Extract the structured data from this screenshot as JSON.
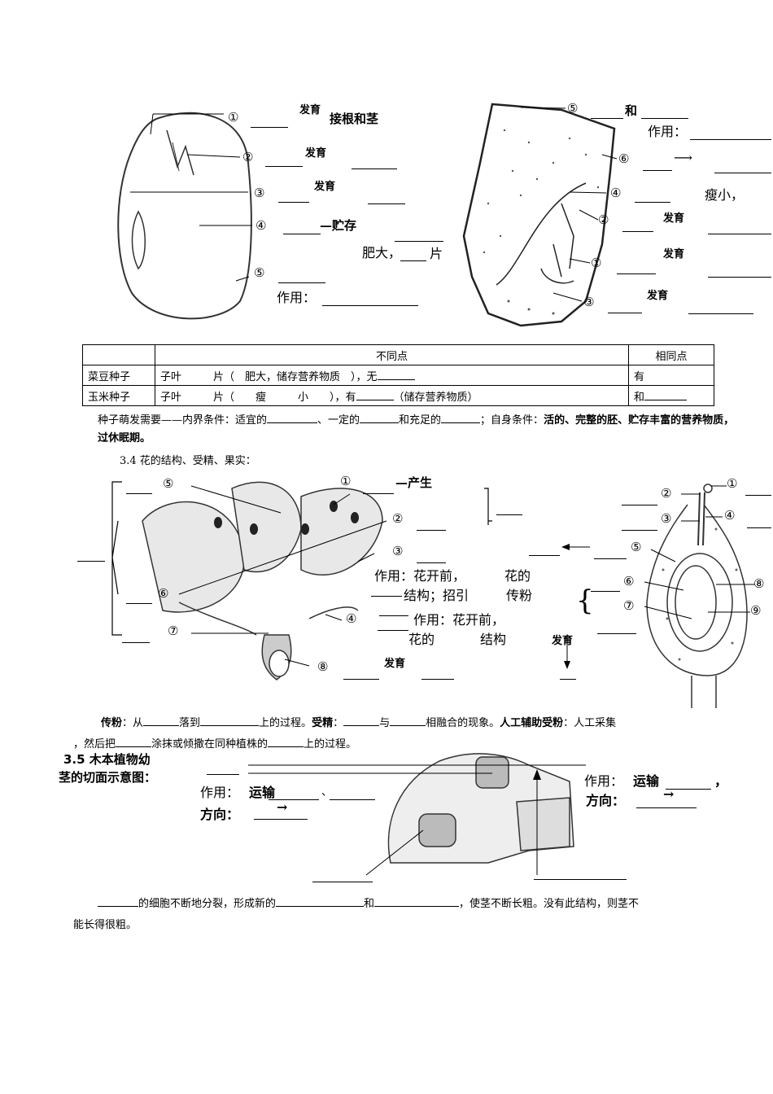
{
  "bean_labels": {
    "n1": "①",
    "n2": "②",
    "n3": "③",
    "n4": "④",
    "n5": "⑤",
    "develop": "发育",
    "root_stem": "接根和茎",
    "store": "—贮存",
    "fat": "肥大，",
    "pian": "片",
    "zuoyong": "作用："
  },
  "corn_labels": {
    "n5": "⑤",
    "he": "和",
    "zuoyong": "作用：",
    "n6": "⑥",
    "n4": "④",
    "thin": "瘦小，",
    "n2": "②",
    "n1": "①",
    "n3": "③",
    "develop": "发育"
  },
  "table": {
    "header_diff": "不同点",
    "header_same": "相同点",
    "row1_name": "菜豆种子",
    "row1_diff": "子叶　　　片（　肥大，储存营养物质　），无",
    "row1_same": "有",
    "row2_name": "玉米种子",
    "row2_diff": "子叶　　　片（　　瘦　　　小　　），有",
    "row2_diff_end": "（储存营养物质）",
    "row2_same": "和"
  },
  "germination": {
    "p1": "种子萌发需要——内界条件：适宜的",
    "p2": "、一定的",
    "p3": "和充足的",
    "p4": "；自身条件：",
    "p5": "活的、完整的胚、贮存丰富的营养物质，过休眠期。"
  },
  "section34": "3.4 花的结构、受精、果实：",
  "flower_labels": {
    "n1": "①",
    "n2": "②",
    "n3": "③",
    "n4": "④",
    "n5": "⑤",
    "n6": "⑥",
    "n7": "⑦",
    "n8": "⑧",
    "produce": "—产生",
    "z1a": "作用：花开前，",
    "z1b": "花的",
    "z1c": "结构；招引",
    "z1d": "传粉",
    "z2a": "作用：花开前，",
    "z2b": "花的",
    "z2c": "结构",
    "develop": "发育"
  },
  "ovule_labels": {
    "n1": "①",
    "n2": "②",
    "n3": "③",
    "n4": "④",
    "n5": "⑤",
    "n6": "⑥",
    "n7": "⑦",
    "n8": "⑧",
    "n9": "⑨",
    "develop": "发育"
  },
  "pollination": {
    "a": "传粉",
    "b": "：从",
    "c": "落到",
    "d": "上的过程。",
    "e": "受精",
    "f": "：",
    "g": "与",
    "h": "相融合的现象。",
    "i": "人工辅助受粉",
    "j": "：人工采集",
    "k": "，然后把",
    "l": "涂抹或倾撒在同种植株的",
    "m": "上的过程。"
  },
  "section35": {
    "title1": "3.5 木本植物幼",
    "title2": "茎的切面示意图：",
    "left_zy": "作用：",
    "left_ys": "运输",
    "left_dot": "、",
    "left_fx": "方向：",
    "left_arrow": "→",
    "right_zy": "作用：",
    "right_ys": "运输",
    "right_comma": "，",
    "right_fx": "方向：",
    "right_arrow": "→"
  },
  "cambium": {
    "a": "的细胞不断地分裂，形成新的",
    "b": "和",
    "c": "，使茎不断长粗。没有此结构，则茎不",
    "d": "能长得很粗。"
  }
}
